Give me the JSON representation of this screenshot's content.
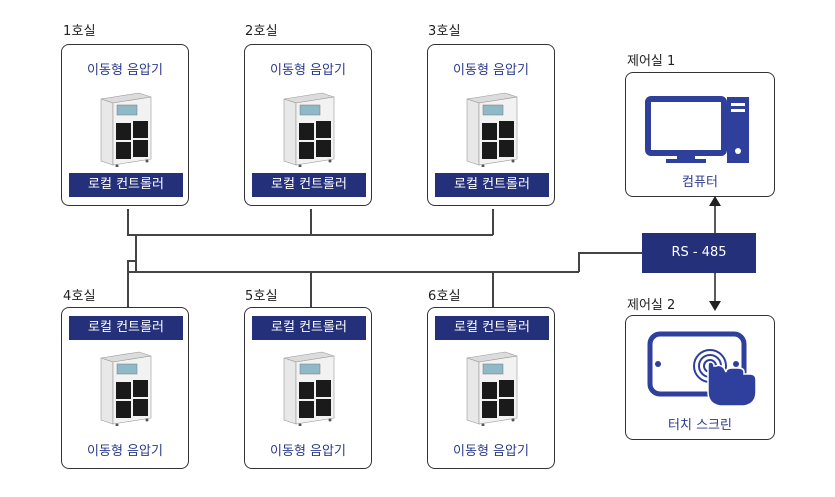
{
  "rooms": [
    {
      "label": "1호실",
      "device": "이동형  음압기",
      "controller": "로컬 컨트롤러"
    },
    {
      "label": "2호실",
      "device": "이동형  음압기",
      "controller": "로컬 컨트롤러"
    },
    {
      "label": "3호실",
      "device": "이동형  음압기",
      "controller": "로컬 컨트롤러"
    },
    {
      "label": "4호실",
      "device": "이동형  음압기",
      "controller": "로컬 컨트롤러"
    },
    {
      "label": "5호실",
      "device": "이동형  음압기",
      "controller": "로컬 컨트롤러"
    },
    {
      "label": "6호실",
      "device": "이동형  음압기",
      "controller": "로컬 컨트롤러"
    }
  ],
  "control_rooms": [
    {
      "label": "제어실 1",
      "caption": "컴퓨터",
      "icon": "computer-icon"
    },
    {
      "label": "제어실 2",
      "caption": "터치 스크린",
      "icon": "touch-screen-icon"
    }
  ],
  "bus": {
    "label": "RS - 485"
  },
  "colors": {
    "navy": "#25307a",
    "text_blue": "#2a3a8c",
    "icon_blue": "#2e3f9c"
  }
}
